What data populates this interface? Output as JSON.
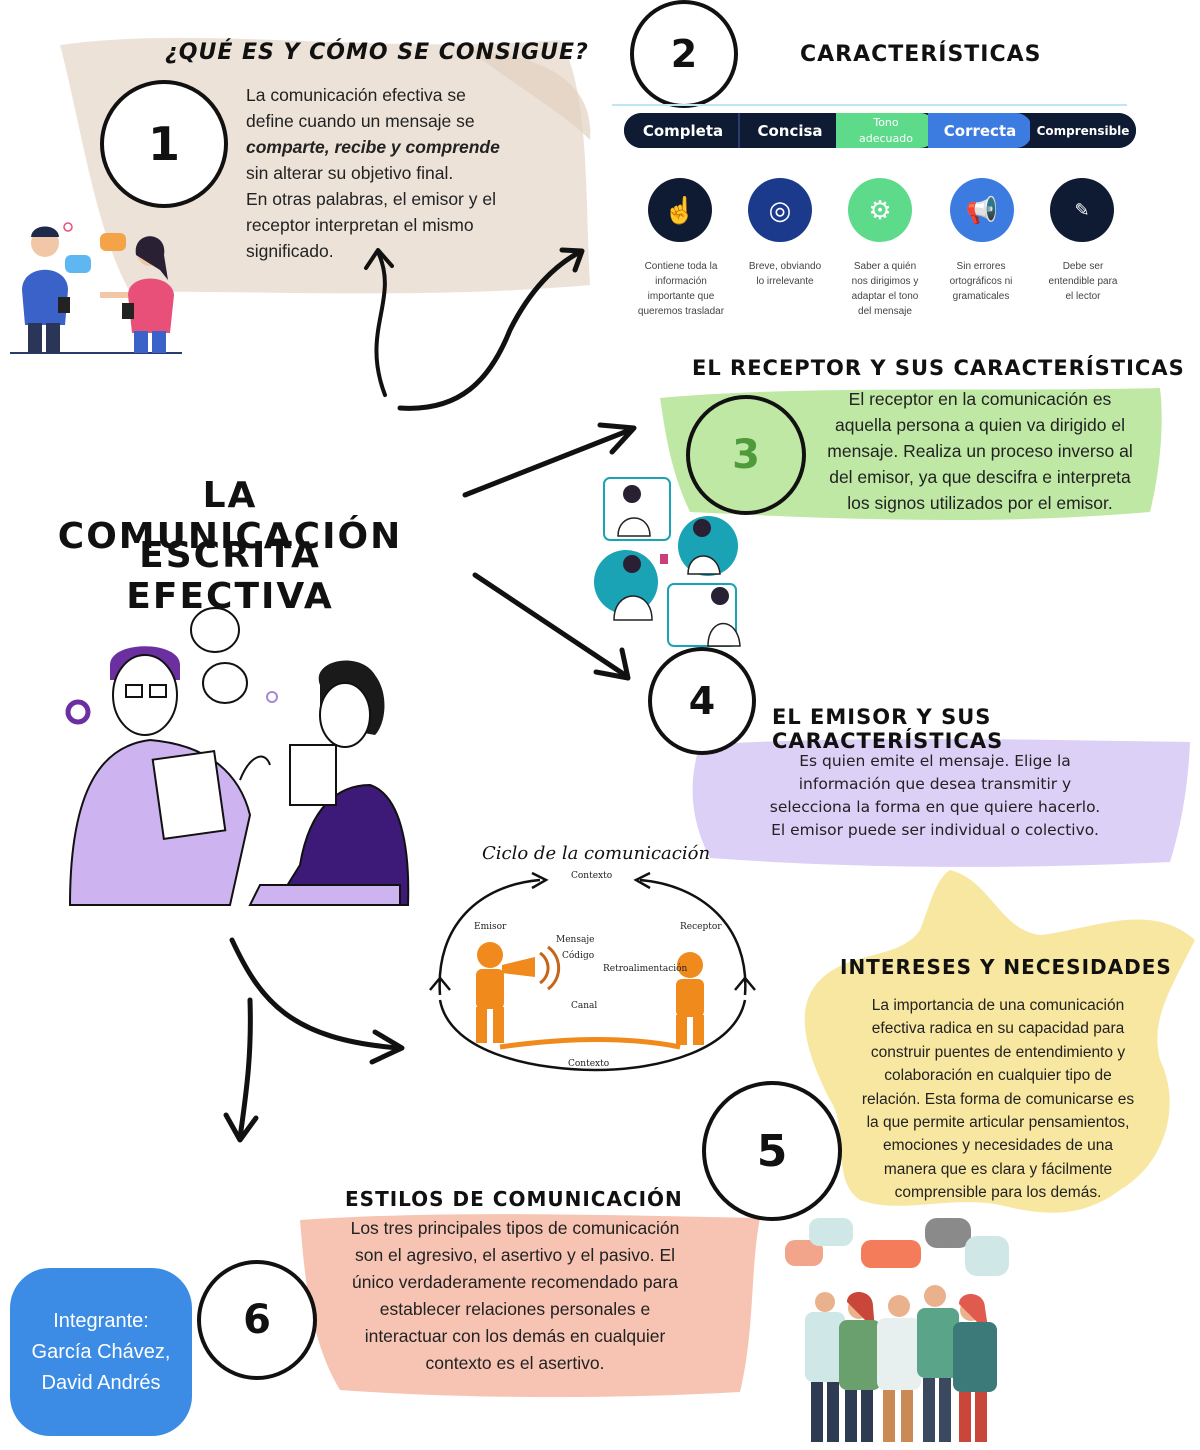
{
  "section1": {
    "number": "1",
    "title": "¿QUÉ ES Y CÓMO SE CONSIGUE?",
    "lines": [
      {
        "pre": "La comunicación efectiva se",
        "em": "",
        "post": ""
      },
      {
        "pre": "define cuando un mensaje se",
        "em": "",
        "post": ""
      },
      {
        "pre": "",
        "em": "comparte, recibe y comprende",
        "post": ""
      },
      {
        "pre": "sin alterar su objetivo final.",
        "em": "",
        "post": ""
      },
      {
        "pre": "En otras palabras, el emisor y el",
        "em": "",
        "post": ""
      },
      {
        "pre": "receptor interpretan el mismo",
        "em": "",
        "post": ""
      },
      {
        "pre": "significado.",
        "em": "",
        "post": ""
      }
    ]
  },
  "section2": {
    "number": "2",
    "title": "CARACTERÍSTICAS",
    "pills": [
      "Completa",
      "Concisa",
      "Tono\nadecuado",
      "Correcta",
      "Comprensible"
    ],
    "icons": [
      "touch-star-icon",
      "target-icon",
      "gear-icon",
      "megaphone-icon",
      "test-icon"
    ],
    "colors": [
      "#0e1b33",
      "#1b3a8c",
      "#5ddb8a",
      "#3c7be0",
      "#0e1b33"
    ],
    "descriptions": [
      "Contiene toda la\ninformación\nimportante que\nqueremos trasladar",
      "Breve, obviando\nlo irrelevante",
      "Saber a quién\nnos dirigimos y\nadaptar el tono\ndel mensaje",
      "Sin errores\nortográficos ni\ngramaticales",
      "Debe ser\nentendible para\nel lector"
    ]
  },
  "section3": {
    "number": "3",
    "title": "EL RECEPTOR Y SUS CARACTERÍSTICAS",
    "lines": [
      "El receptor en la comunicación es",
      "aquella persona a quien va dirigido el",
      "mensaje. Realiza un proceso inverso al",
      "del emisor, ya que descifra e interpreta",
      "los signos utilizados por el emisor."
    ]
  },
  "section4": {
    "number": "4",
    "title": "EL EMISOR Y SUS CARACTERÍSTICAS",
    "lines": [
      "Es quien emite el mensaje. Elige la",
      "información que desea transmitir y",
      "selecciona la forma en que quiere hacerlo.",
      "El emisor puede ser individual o colectivo."
    ]
  },
  "section5": {
    "number": "5",
    "title": "INTERESES Y NECESIDADES",
    "lines": [
      "La importancia de una comunicación",
      "efectiva radica en su capacidad para",
      "construir puentes de entendimiento y",
      "colaboración en cualquier tipo de",
      "relación. Esta forma de comunicarse es",
      "la que permite articular pensamientos,",
      "emociones y necesidades de una",
      "manera que es clara y fácilmente",
      "comprensible para los demás."
    ]
  },
  "section6": {
    "number": "6",
    "title": "ESTILOS DE COMUNICACIÓN",
    "lines": [
      "Los tres principales tipos de comunicación",
      "son el agresivo, el asertivo y el pasivo. El",
      "único verdaderamente recomendado para",
      "establecer relaciones personales e",
      "interactuar con los demás en cualquier",
      "contexto es el asertivo."
    ]
  },
  "main_title": {
    "line1": "LA COMUNICACIÓN",
    "line2": "ESCRITA EFECTIVA"
  },
  "cycle": {
    "title": "Ciclo de la comunicación",
    "contexto_top": "Contexto",
    "emisor": "Emisor",
    "mensaje": "Mensaje",
    "codigo": "Código",
    "receptor": "Receptor",
    "retro": "Retroalimentación",
    "canal": "Canal",
    "contexto_bottom": "Contexto"
  },
  "member": {
    "lines": [
      "Integrante:",
      "García Chávez,",
      "David Andrés"
    ]
  }
}
